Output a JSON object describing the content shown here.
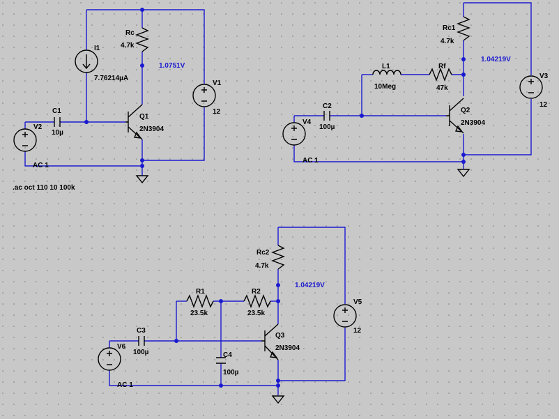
{
  "directive": ".ac oct 110 10 100k",
  "colors": {
    "background": "#c8c8c8",
    "wire": "#1a1ad0",
    "component": "#000000",
    "voltage_label": "#1a1ad0"
  },
  "circuits": [
    {
      "name": "Q1",
      "labels": {
        "rc_name": "Rc",
        "rc_value": "4.7k",
        "i_name": "I1",
        "i_value": "7.76214µA",
        "v_supply_name": "V1",
        "v_supply_value": "12",
        "c_name": "C1",
        "c_value": "10µ",
        "v_src_name": "V2",
        "v_src_value": "AC 1",
        "q_name": "Q1",
        "q_model": "2N3904",
        "node_voltage": "1.0751V"
      }
    },
    {
      "name": "Q2",
      "labels": {
        "rc_name": "Rc1",
        "rc_value": "4.7k",
        "l_name": "L1",
        "l_value": "10Meg",
        "rf_name": "Rf",
        "rf_value": "47k",
        "v_supply_name": "V3",
        "v_supply_value": "12",
        "c_name": "C2",
        "c_value": "100µ",
        "v_src_name": "V4",
        "v_src_value": "AC 1",
        "q_name": "Q2",
        "q_model": "2N3904",
        "node_voltage": "1.04219V"
      }
    },
    {
      "name": "Q3",
      "labels": {
        "rc_name": "Rc2",
        "rc_value": "4.7k",
        "r1_name": "R1",
        "r1_value": "23.5k",
        "r2_name": "R2",
        "r2_value": "23.5k",
        "c4_name": "C4",
        "c4_value": "100µ",
        "v_supply_name": "V5",
        "v_supply_value": "12",
        "c_name": "C3",
        "c_value": "100µ",
        "v_src_name": "V6",
        "v_src_value": "AC 1",
        "q_name": "Q3",
        "q_model": "2N3904",
        "node_voltage": "1.04219V"
      }
    }
  ]
}
